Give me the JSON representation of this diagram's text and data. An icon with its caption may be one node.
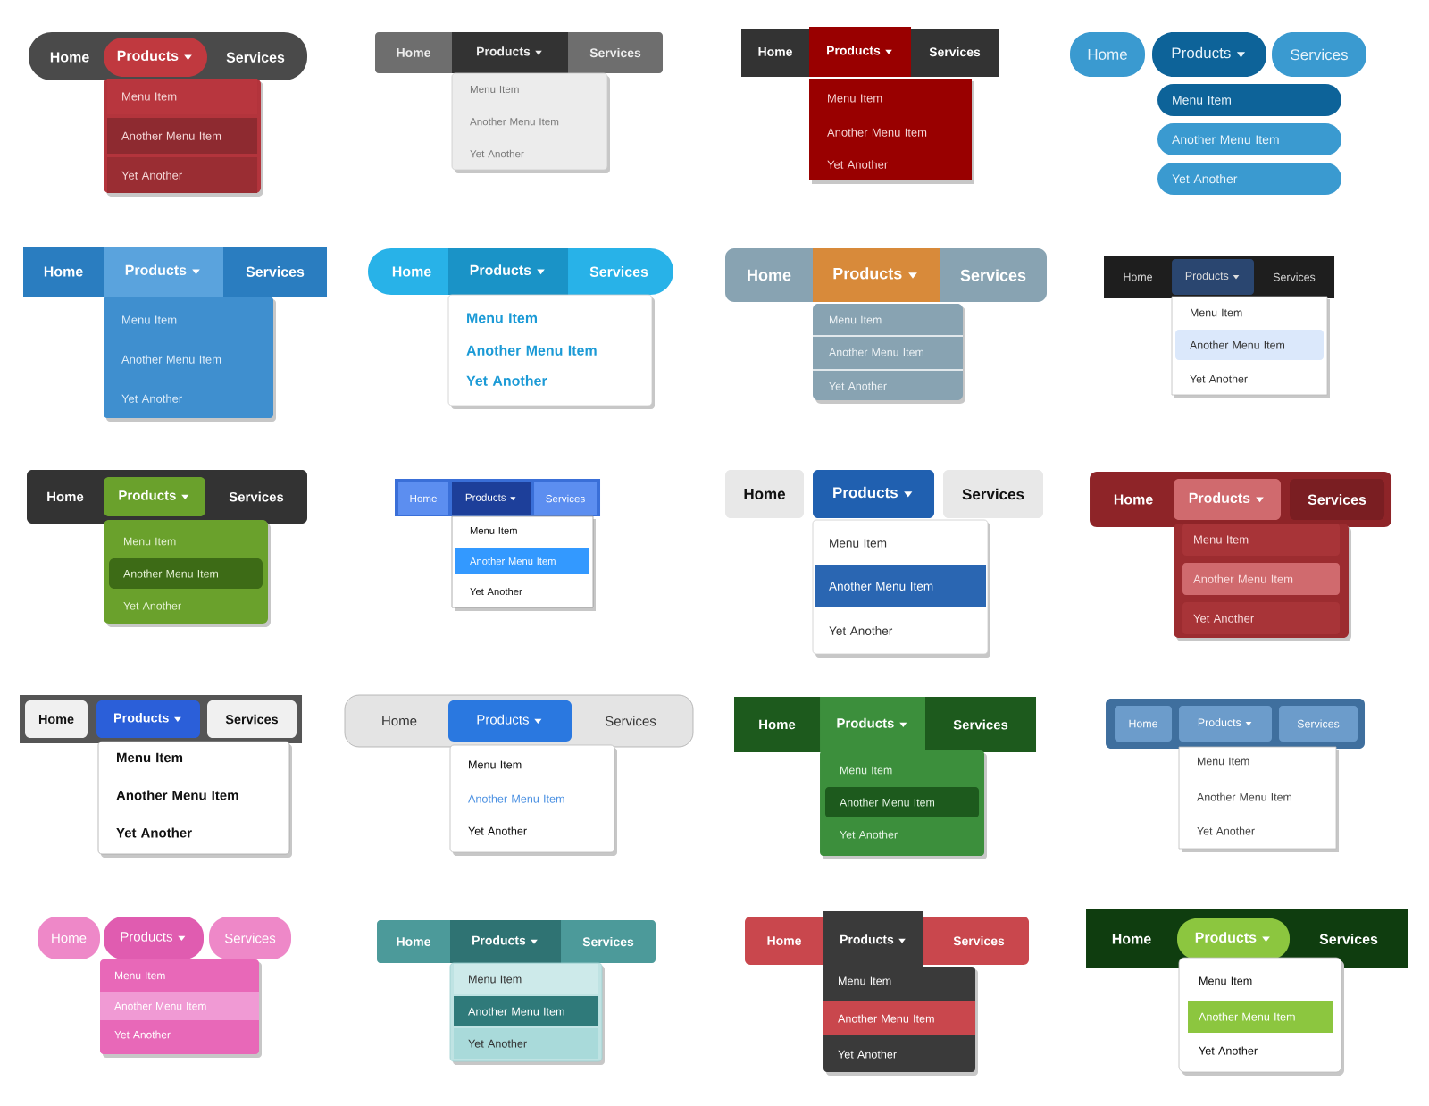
{
  "diagram": {
    "nodes": [
      {
        "text": [],
        "shape": "bar"
      },
      {
        "text": [
          "Home"
        ],
        "in": 0
      },
      {
        "text": [
          "Products"
        ],
        "in": 0
      },
      {
        "text": [
          "Services"
        ],
        "in": 0
      },
      {
        "text": [],
        "shape": "box"
      },
      {
        "text": [
          "Menu Item"
        ],
        "in": 4
      },
      {
        "text": [
          "Another Menu Item"
        ],
        "in": 4
      },
      {
        "text": [
          "Yet Another"
        ],
        "in": 4
      },
      {
        "text": [],
        "shape": "bar"
      },
      {
        "text": [
          "Home"
        ],
        "in": 8
      },
      {
        "text": [
          "Products"
        ],
        "in": 8
      },
      {
        "text": [
          "Services"
        ],
        "in": 8
      },
      {
        "text": [],
        "shape": "box"
      },
      {
        "text": [
          "Menu Item"
        ],
        "in": 12
      },
      {
        "text": [
          "Another Menu Item"
        ],
        "in": 12
      },
      {
        "text": [
          "Yet Another"
        ],
        "in": 12
      },
      {
        "text": [],
        "shape": "bar"
      },
      {
        "text": [
          "Home"
        ],
        "in": 16
      },
      {
        "text": [
          "Products"
        ],
        "in": 16
      },
      {
        "text": [
          "Services"
        ],
        "in": 16
      },
      {
        "text": [],
        "shape": "box"
      },
      {
        "text": [
          "Menu Item"
        ],
        "in": 20
      },
      {
        "text": [
          "Another Menu Item"
        ],
        "in": 20
      },
      {
        "text": [
          "Yet Another"
        ],
        "in": 20
      },
      {
        "text": [
          "Home"
        ]
      },
      {
        "text": [
          "Products"
        ]
      },
      {
        "text": [
          "Services"
        ]
      },
      {
        "text": [
          "Menu Item"
        ]
      },
      {
        "text": [
          "Another Menu Item"
        ]
      },
      {
        "text": [
          "Yet Another"
        ]
      },
      {
        "text": [],
        "shape": "bar"
      },
      {
        "text": [
          "Home"
        ],
        "in": 30
      },
      {
        "text": [
          "Products"
        ],
        "in": 30
      },
      {
        "text": [
          "Services"
        ],
        "in": 30
      },
      {
        "text": [],
        "shape": "box"
      },
      {
        "text": [
          "Menu Item"
        ],
        "in": 34
      },
      {
        "text": [
          "Another Menu Item"
        ],
        "in": 34
      },
      {
        "text": [
          "Yet Another"
        ],
        "in": 34
      },
      {
        "text": [],
        "shape": "bar"
      },
      {
        "text": [
          "Home"
        ],
        "in": 38
      },
      {
        "text": [
          "Products"
        ],
        "in": 38
      },
      {
        "text": [
          "Services"
        ],
        "in": 38
      },
      {
        "text": [],
        "shape": "box"
      },
      {
        "text": [
          "Menu Item"
        ],
        "in": 42
      },
      {
        "text": [
          "Another Menu Item"
        ],
        "in": 42
      },
      {
        "text": [
          "Yet Another"
        ],
        "in": 42
      },
      {
        "text": [],
        "shape": "bar"
      },
      {
        "text": [
          "Home"
        ],
        "in": 46
      },
      {
        "text": [
          "Products"
        ],
        "in": 46
      },
      {
        "text": [
          "Services"
        ],
        "in": 46
      },
      {
        "text": [],
        "shape": "box"
      },
      {
        "text": [
          "Menu Item"
        ],
        "in": 50
      },
      {
        "text": [
          "Another Menu Item"
        ],
        "in": 50
      },
      {
        "text": [
          "Yet Another"
        ],
        "in": 50
      },
      {
        "text": [],
        "shape": "bar"
      },
      {
        "text": [
          "Home"
        ],
        "in": 54
      },
      {
        "text": [
          "Products"
        ],
        "in": 54
      },
      {
        "text": [
          "Services"
        ],
        "in": 54
      },
      {
        "text": [],
        "shape": "box"
      },
      {
        "text": [
          "Menu Item"
        ],
        "in": 58
      },
      {
        "text": [
          "Another Menu Item"
        ],
        "in": 58
      },
      {
        "text": [
          "Yet Another"
        ],
        "in": 58
      },
      {
        "text": [],
        "shape": "bar"
      },
      {
        "text": [
          "Home"
        ],
        "in": 62
      },
      {
        "text": [
          "Products"
        ],
        "in": 62
      },
      {
        "text": [
          "Services"
        ],
        "in": 62
      },
      {
        "text": [],
        "shape": "box"
      },
      {
        "text": [
          "Menu Item"
        ],
        "in": 66
      },
      {
        "text": [
          "Another Menu Item"
        ],
        "in": 66
      },
      {
        "text": [
          "Yet Another"
        ],
        "in": 66
      },
      {
        "text": [],
        "shape": "bar"
      },
      {
        "text": [
          "Home"
        ],
        "in": 70
      },
      {
        "text": [
          "Products"
        ],
        "in": 70
      },
      {
        "text": [
          "Services"
        ],
        "in": 70
      },
      {
        "text": [],
        "shape": "box"
      },
      {
        "text": [
          "Menu Item"
        ],
        "in": 74
      },
      {
        "text": [
          "Another Menu Item"
        ],
        "in": 74
      },
      {
        "text": [
          "Yet Another"
        ],
        "in": 74
      },
      {
        "text": [
          "Home"
        ]
      },
      {
        "text": [
          "Products"
        ]
      },
      {
        "text": [
          "Services"
        ]
      },
      {
        "text": [],
        "shape": "box"
      },
      {
        "text": [
          "Menu Item"
        ],
        "in": 81
      },
      {
        "text": [
          "Another Menu Item"
        ],
        "in": 81
      },
      {
        "text": [
          "Yet Another"
        ],
        "in": 81
      },
      {
        "text": [],
        "shape": "bar"
      },
      {
        "text": [
          "Home"
        ],
        "in": 85
      },
      {
        "text": [
          "Products"
        ],
        "in": 85
      },
      {
        "text": [
          "Services"
        ],
        "in": 85
      },
      {
        "text": [],
        "shape": "box"
      },
      {
        "text": [
          "Menu Item"
        ],
        "in": 89
      },
      {
        "text": [
          "Another Menu Item"
        ],
        "in": 89
      },
      {
        "text": [
          "Yet Another"
        ],
        "in": 89
      },
      {
        "text": [],
        "shape": "bar"
      },
      {
        "text": [
          "Home"
        ],
        "in": 93
      },
      {
        "text": [
          "Products"
        ],
        "in": 93
      },
      {
        "text": [
          "Services"
        ],
        "in": 93
      },
      {
        "text": [],
        "shape": "box"
      },
      {
        "text": [
          "Menu Item"
        ],
        "in": 97
      },
      {
        "text": [
          "Another Menu Item"
        ],
        "in": 97
      },
      {
        "text": [
          "Yet Another"
        ],
        "in": 97
      },
      {
        "text": [],
        "shape": "bar"
      },
      {
        "text": [
          "Home"
        ],
        "in": 101
      },
      {
        "text": [
          "Products"
        ],
        "in": 101
      },
      {
        "text": [
          "Services"
        ],
        "in": 101
      },
      {
        "text": [],
        "shape": "box"
      },
      {
        "text": [
          "Menu Item"
        ],
        "in": 105
      },
      {
        "text": [
          "Another Menu Item"
        ],
        "in": 105
      },
      {
        "text": [
          "Yet Another"
        ],
        "in": 105
      },
      {
        "text": [],
        "shape": "bar"
      },
      {
        "text": [
          "Home"
        ],
        "in": 109
      },
      {
        "text": [
          "Products"
        ],
        "in": 109
      },
      {
        "text": [
          "Services"
        ],
        "in": 109
      },
      {
        "text": [],
        "shape": "box"
      },
      {
        "text": [
          "Menu Item"
        ],
        "in": 113
      },
      {
        "text": [
          "Another Menu Item"
        ],
        "in": 113
      },
      {
        "text": [
          "Yet Another"
        ],
        "in": 113
      },
      {
        "text": [],
        "shape": "bar"
      },
      {
        "text": [
          "Home"
        ],
        "in": 117
      },
      {
        "text": [
          "Products"
        ],
        "in": 117
      },
      {
        "text": [
          "Services"
        ],
        "in": 117
      },
      {
        "text": [],
        "shape": "box"
      },
      {
        "text": [
          "Menu Item"
        ],
        "in": 121
      },
      {
        "text": [
          "Another Menu Item"
        ],
        "in": 121
      },
      {
        "text": [
          "Yet Another"
        ],
        "in": 121
      },
      {
        "text": [
          "Home"
        ]
      },
      {
        "text": [
          "Products"
        ]
      },
      {
        "text": [
          "Services"
        ]
      },
      {
        "text": [],
        "shape": "box"
      },
      {
        "text": [
          "Menu Item"
        ],
        "in": 128
      },
      {
        "text": [
          "Another Menu Item"
        ],
        "in": 128
      },
      {
        "text": [
          "Yet Another"
        ],
        "in": 128
      },
      {
        "text": [],
        "shape": "bar"
      },
      {
        "text": [
          "Home"
        ],
        "in": 132
      },
      {
        "text": [
          "Products"
        ],
        "in": 132
      },
      {
        "text": [
          "Services"
        ],
        "in": 132
      },
      {
        "text": [],
        "shape": "box"
      },
      {
        "text": [
          "Menu Item"
        ],
        "in": 136
      },
      {
        "text": [
          "Another Menu Item"
        ],
        "in": 136
      },
      {
        "text": [
          "Yet Another"
        ],
        "in": 136
      },
      {
        "text": [],
        "shape": "bar"
      },
      {
        "text": [
          "Home"
        ],
        "in": 140
      },
      {
        "text": [
          "Products"
        ],
        "in": 140
      },
      {
        "text": [
          "Services"
        ],
        "in": 140
      },
      {
        "text": [],
        "shape": "box"
      },
      {
        "text": [
          "Menu Item"
        ],
        "in": 144
      },
      {
        "text": [
          "Another Menu Item"
        ],
        "in": 144
      },
      {
        "text": [
          "Yet Another"
        ],
        "in": 144
      },
      {
        "text": [],
        "shape": "bar"
      },
      {
        "text": [
          "Home"
        ],
        "in": 148
      },
      {
        "text": [
          "Products"
        ],
        "in": 148
      },
      {
        "text": [
          "Services"
        ],
        "in": 148
      },
      {
        "text": [],
        "shape": "box"
      },
      {
        "text": [
          "Menu Item"
        ],
        "in": 152
      },
      {
        "text": [
          "Another Menu Item"
        ],
        "in": 152
      },
      {
        "text": [
          "Yet Another"
        ],
        "in": 152
      }
    ]
  }
}
